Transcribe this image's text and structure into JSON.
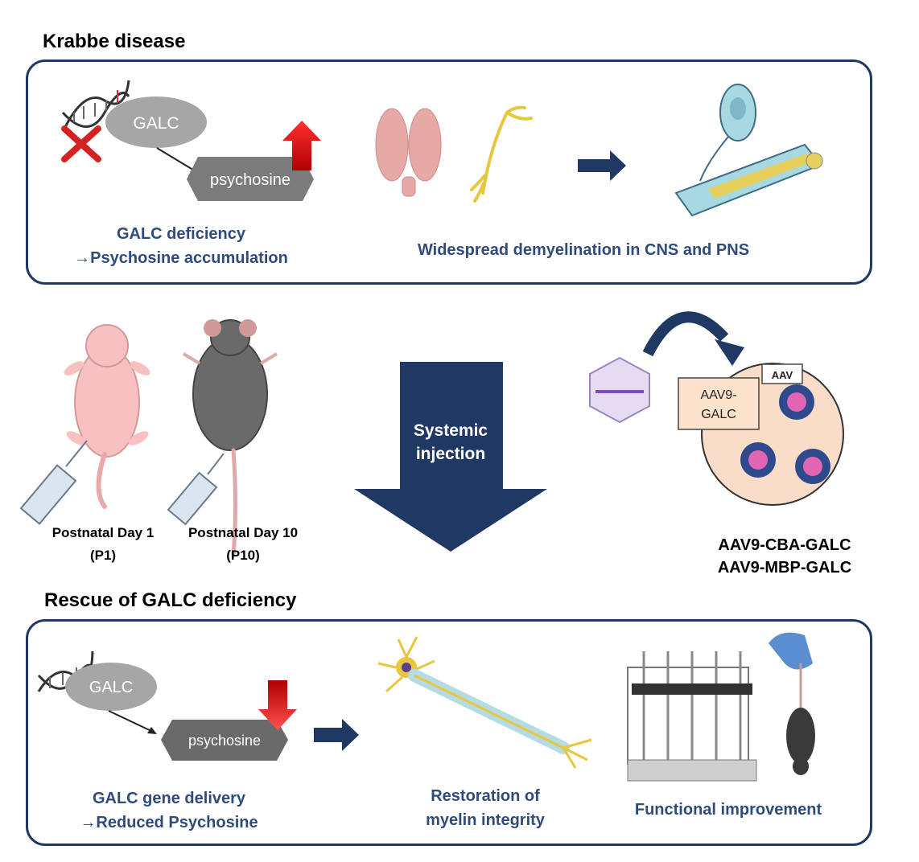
{
  "krabbe": {
    "title": "Krabbe disease",
    "galc_label": "GALC",
    "psychosine_label": "psychosine",
    "caption_line1": "GALC deficiency",
    "caption_line2": "→Psychosine accumulation",
    "demyelination_caption": "Widespread demyelination in CNS and PNS"
  },
  "injection": {
    "arrow_line1": "Systemic",
    "arrow_line2": "injection",
    "p1_line1": "Postnatal Day 1",
    "p1_line2": "(P1)",
    "p10_line1": "Postnatal Day 10",
    "p10_line2": "(P10)",
    "aav9_line1": "AAV9-",
    "aav9_line2": "GALC",
    "aav_tag": "AAV",
    "construct1": "AAV9-CBA-GALC",
    "construct2": "AAV9-MBP-GALC"
  },
  "rescue": {
    "title": "Rescue of GALC deficiency",
    "galc_label": "GALC",
    "psychosine_label": "psychosine",
    "caption_line1": "GALC gene delivery",
    "caption_line2": "→Reduced Psychosine",
    "myelin_line1": "Restoration of",
    "myelin_line2": "myelin integrity",
    "functional": "Functional improvement"
  },
  "colors": {
    "navy": "#1f3864",
    "caption_blue": "#2f4b7c",
    "arrow_up_red": "#e02020",
    "arrow_down_red": "#e83030"
  }
}
